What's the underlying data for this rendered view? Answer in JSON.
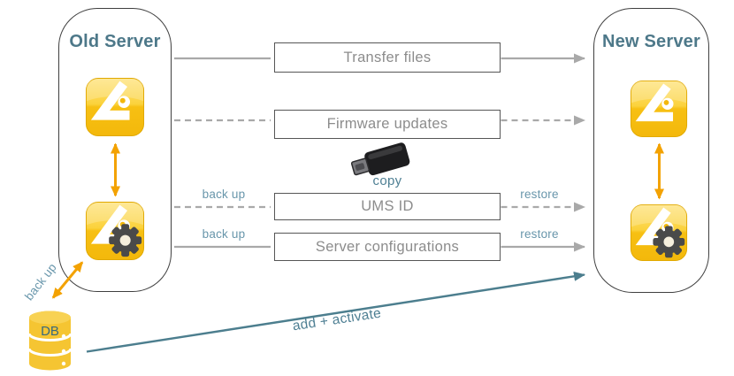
{
  "old_server": {
    "title": "Old Server"
  },
  "new_server": {
    "title": "New Server"
  },
  "flows": [
    {
      "label": "Transfer files"
    },
    {
      "label": "Firmware updates"
    },
    {
      "label": "UMS ID",
      "left_label": "back up",
      "right_label": "restore"
    },
    {
      "label": "Server configurations",
      "left_label": "back up",
      "right_label": "restore"
    }
  ],
  "usb_stick": {
    "caption": "copy"
  },
  "database": {
    "label": "DB",
    "backup_label": "back up"
  },
  "migration_arrow": {
    "label": "add + activate"
  },
  "colors": {
    "title_teal": "#4d7889",
    "label_teal": "#6896ab",
    "accent_teal": "#4c7e8e",
    "line_gray": "#a9a9a9",
    "box_text_gray": "#8c8c8c",
    "arrow_orange": "#f3a202",
    "brand_yellow": "#f5c229"
  }
}
